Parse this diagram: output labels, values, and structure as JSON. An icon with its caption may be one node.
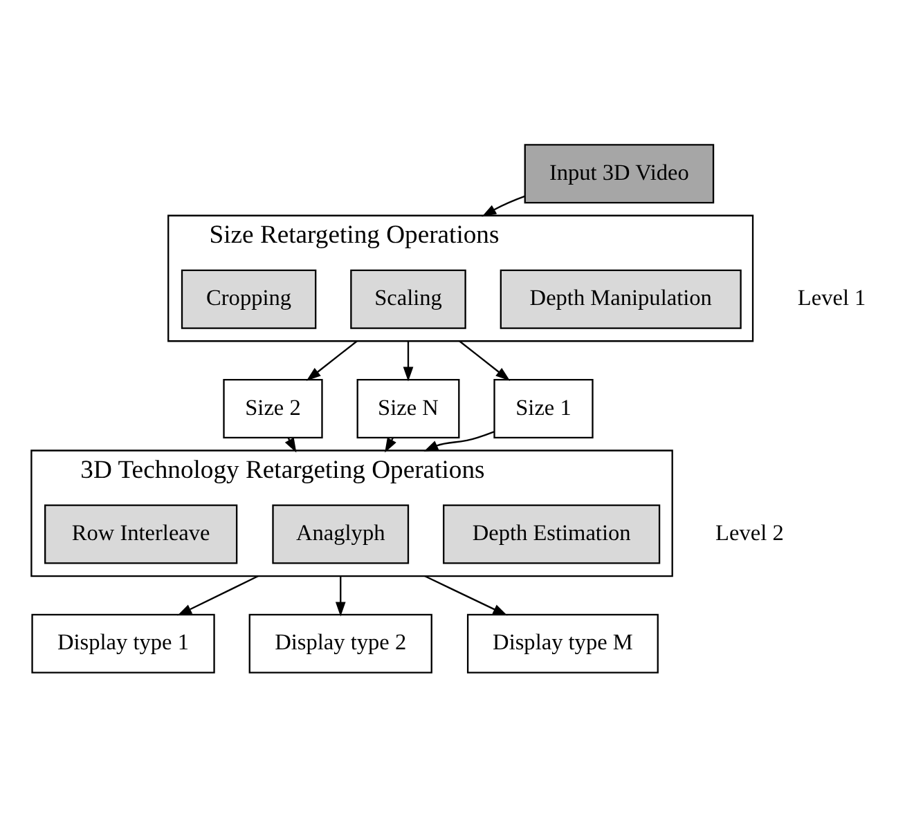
{
  "diagram": {
    "nodes": [
      {
        "text": [
          "Input 3D Video"
        ]
      },
      {
        "text": [
          "Size Retargeting Operations"
        ]
      },
      {
        "text": [
          "Depth Manipulation"
        ],
        "in": 1
      },
      {
        "text": [
          "Scaling"
        ],
        "in": 1
      },
      {
        "text": [
          "Cropping"
        ],
        "in": 1
      },
      {
        "text": [
          "Size 1"
        ]
      },
      {
        "text": [
          "Size 2"
        ]
      },
      {
        "text": [
          "Size N"
        ]
      },
      {
        "text": [
          "3D Technology Retargeting Operations"
        ]
      },
      {
        "text": [
          "Depth Estimation"
        ],
        "in": 8
      },
      {
        "text": [
          "Anaglyph"
        ],
        "in": 8
      },
      {
        "text": [
          "Row Interleave"
        ],
        "in": 8
      },
      {
        "text": [
          "Display type 1"
        ]
      },
      {
        "text": [
          "Display type 2"
        ]
      },
      {
        "text": [
          "Display type M"
        ]
      }
    ],
    "edges": [
      {
        "from": 0,
        "to": 1,
        "arrow": "to"
      },
      {
        "from": 1,
        "to": 5,
        "arrow": "to"
      },
      {
        "from": 1,
        "to": 6,
        "arrow": "to"
      },
      {
        "from": 1,
        "to": 7,
        "arrow": "to"
      },
      {
        "from": 5,
        "to": 8,
        "arrow": "to"
      },
      {
        "from": 6,
        "to": 8,
        "arrow": "to"
      },
      {
        "from": 7,
        "to": 8,
        "arrow": "to"
      },
      {
        "from": 8,
        "to": 12,
        "arrow": "to"
      },
      {
        "from": 8,
        "to": 13,
        "arrow": "to"
      },
      {
        "from": 8,
        "to": 14,
        "arrow": "to"
      }
    ],
    "labels": [
      "Level 1",
      "Level 2"
    ]
  }
}
